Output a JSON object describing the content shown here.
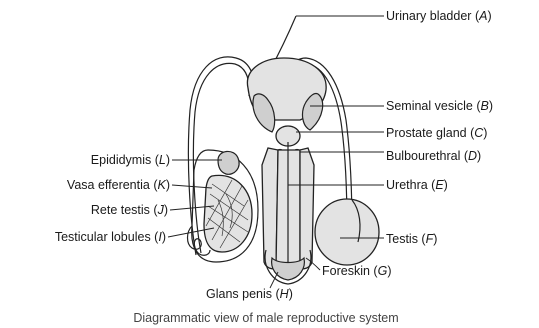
{
  "labels": {
    "urinary_bladder": {
      "name": "Urinary bladder",
      "letter": "A"
    },
    "seminal_vesicle": {
      "name": "Seminal vesicle",
      "letter": "B"
    },
    "prostate_gland": {
      "name": "Prostate gland",
      "letter": "C"
    },
    "bulbourethral": {
      "name": "Bulbourethral",
      "letter": "D"
    },
    "urethra": {
      "name": "Urethra",
      "letter": "E"
    },
    "testis": {
      "name": "Testis",
      "letter": "F"
    },
    "foreskin": {
      "name": "Foreskin",
      "letter": "G"
    },
    "glans_penis": {
      "name": "Glans penis",
      "letter": "H"
    },
    "testicular_lobules": {
      "name": "Testicular lobules",
      "letter": "I"
    },
    "rete_testis": {
      "name": "Rete testis",
      "letter": "J"
    },
    "vasa_efferentia": {
      "name": "Vasa efferentia",
      "letter": "K"
    },
    "epididymis": {
      "name": "Epididymis",
      "letter": "L"
    }
  },
  "caption": "Diagrammatic view of male reproductive system"
}
